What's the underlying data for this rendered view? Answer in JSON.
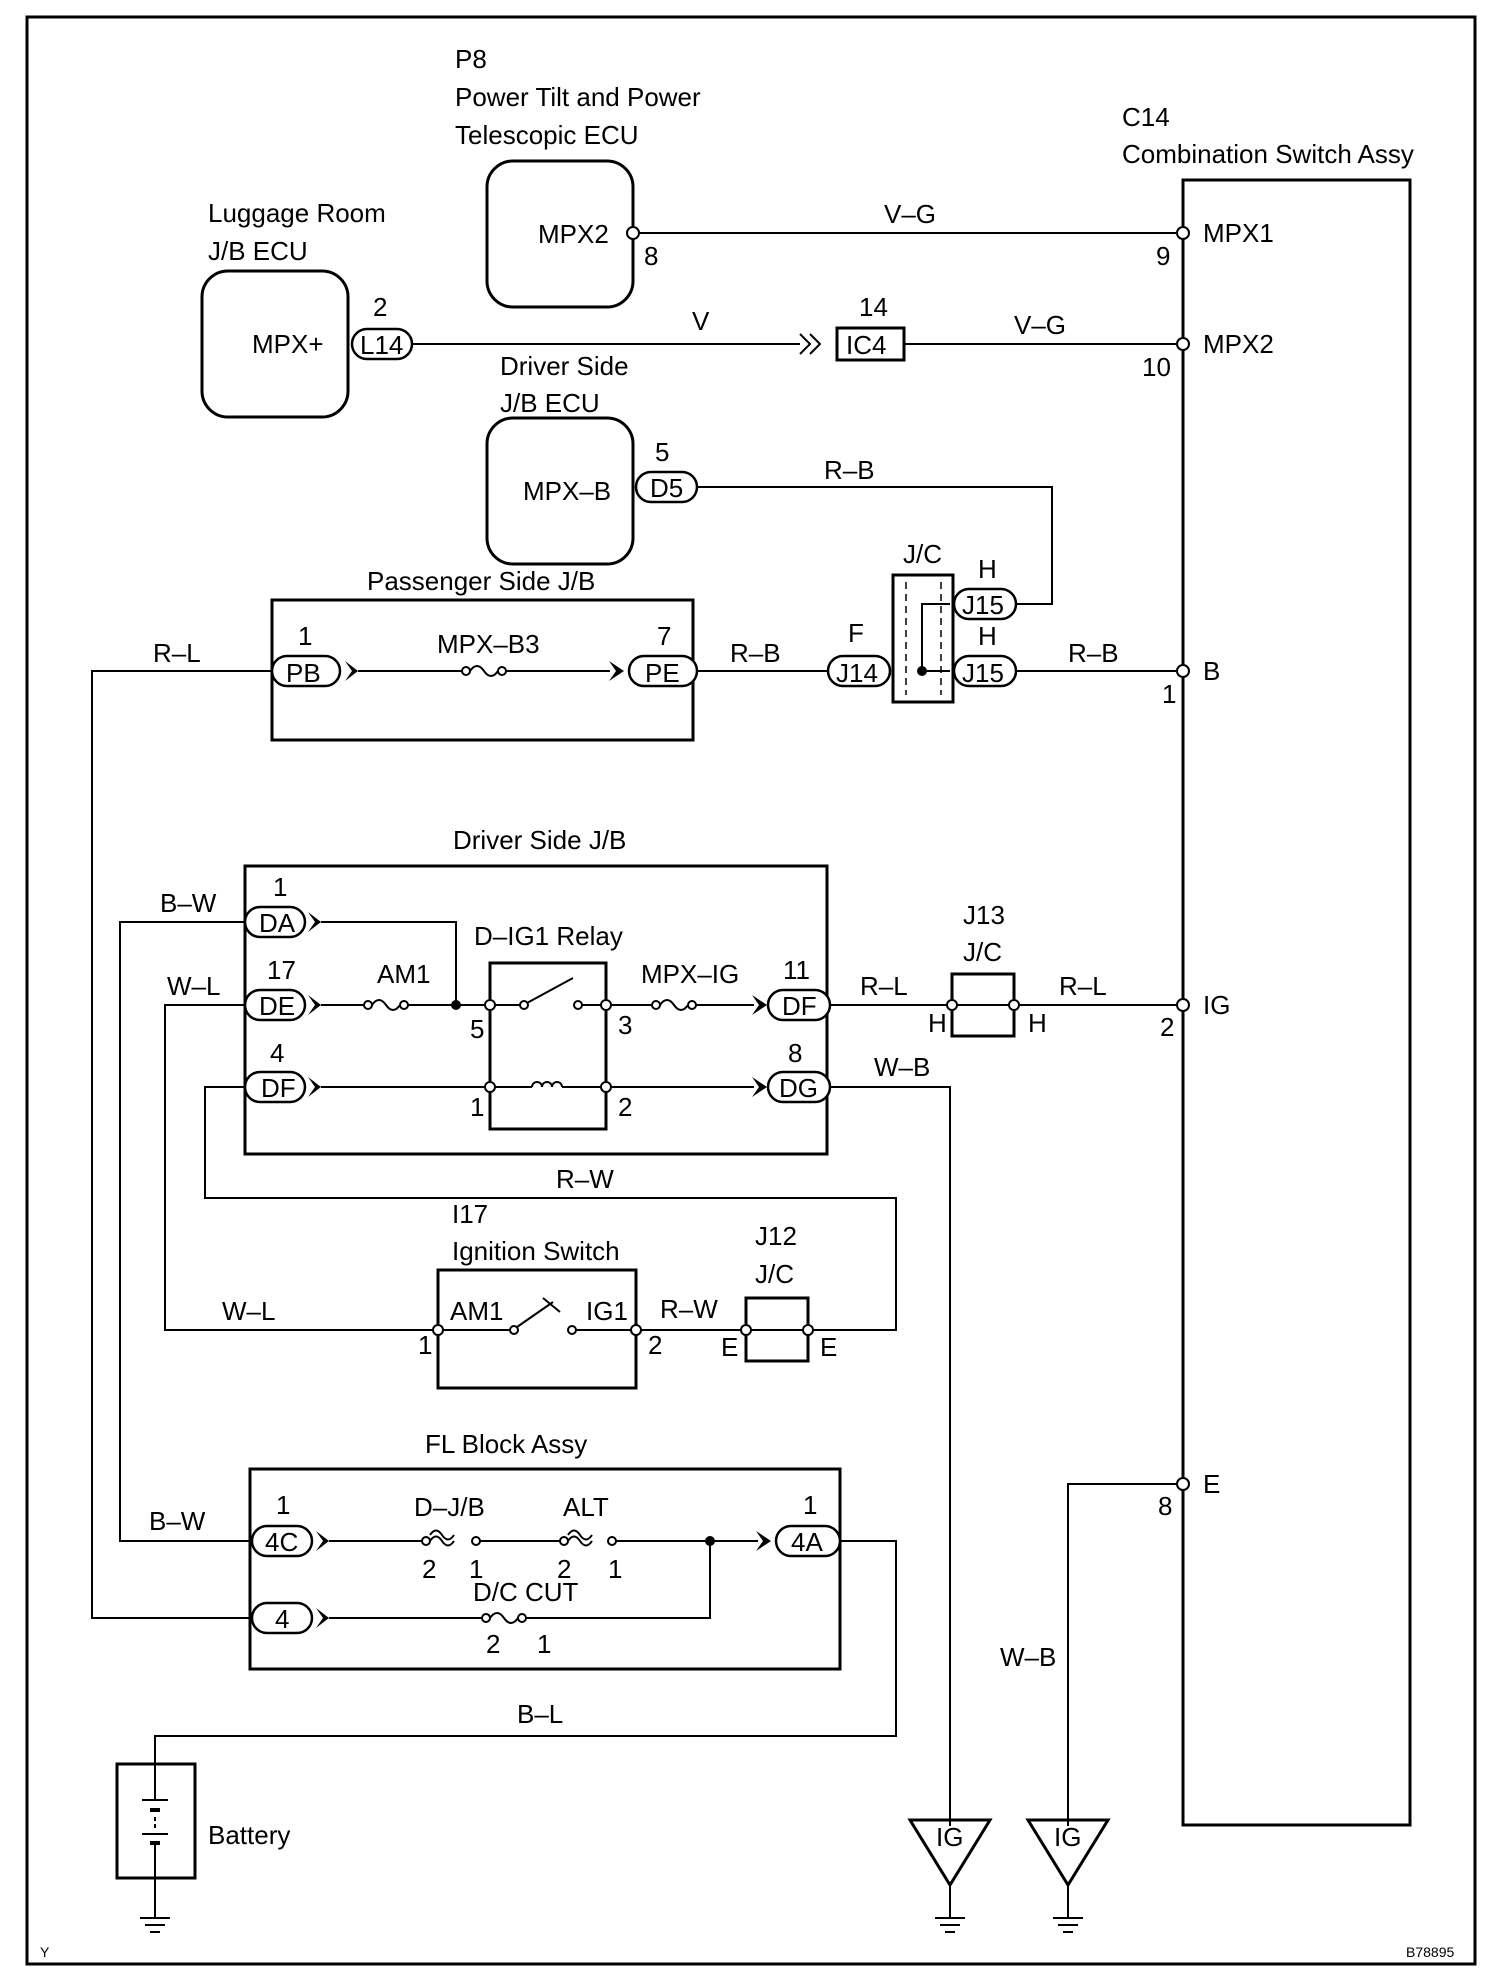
{
  "components": {
    "p8": {
      "code": "P8",
      "line1": "Power Tilt and Power",
      "line2": "Telescopic ECU",
      "terminal": "MPX2",
      "pin": "8"
    },
    "c14": {
      "code": "C14",
      "name": "Combination Switch Assy",
      "terminals": [
        {
          "label": "MPX1",
          "pin": "9"
        },
        {
          "label": "MPX2",
          "pin": "10"
        },
        {
          "label": "B",
          "pin": "1"
        },
        {
          "label": "IG",
          "pin": "2"
        },
        {
          "label": "E",
          "pin": "8"
        }
      ]
    },
    "luggage": {
      "line1": "Luggage Room",
      "line2": "J/B ECU",
      "terminal": "MPX+",
      "connector": "L14",
      "pin": "2"
    },
    "driver_ecu": {
      "line1": "Driver Side",
      "line2": "J/B ECU",
      "terminal": "MPX–B",
      "connector": "D5",
      "pin": "5"
    },
    "ic4": {
      "connector": "IC4",
      "pin": "14"
    },
    "passenger_jb": {
      "name": "Passenger Side J/B",
      "fuse": "MPX–B3",
      "left": {
        "connector": "PB",
        "pin": "1"
      },
      "right": {
        "connector": "PE",
        "pin": "7"
      }
    },
    "jc_top": {
      "name": "J/C",
      "j15a": "J15",
      "j15b": "J15",
      "j14": "J14",
      "h1": "H",
      "h2": "H",
      "f": "F"
    },
    "driver_jb": {
      "name": "Driver Side J/B",
      "relay": "D–IG1 Relay",
      "am1": "AM1",
      "mpxig": "MPX–IG",
      "da": {
        "connector": "DA",
        "pin": "1"
      },
      "de": {
        "connector": "DE",
        "pin": "17"
      },
      "df_left": {
        "connector": "DF",
        "pin": "4"
      },
      "df_right": {
        "connector": "DF",
        "pin": "11"
      },
      "dg": {
        "connector": "DG",
        "pin": "8"
      },
      "relay_pins": {
        "p5": "5",
        "p3": "3",
        "p1": "1",
        "p2": "2"
      }
    },
    "j13": {
      "code": "J13",
      "name": "J/C",
      "h1": "H",
      "h2": "H"
    },
    "ignition": {
      "code": "I17",
      "name": "Ignition Switch",
      "am1": "AM1",
      "ig1": "IG1",
      "pin1": "1",
      "pin2": "2"
    },
    "j12": {
      "code": "J12",
      "name": "J/C",
      "e1": "E",
      "e2": "E"
    },
    "fl_block": {
      "name": "FL Block Assy",
      "djb": "D–J/B",
      "alt": "ALT",
      "dccut": "D/C CUT",
      "c4c": {
        "connector": "4C",
        "pin": "1"
      },
      "c4": {
        "connector": "4"
      },
      "c4a": {
        "connector": "4A",
        "pin": "1"
      },
      "djb_pins": {
        "a": "2",
        "b": "1"
      },
      "alt_pins": {
        "a": "2",
        "b": "1"
      },
      "dc_pins": {
        "a": "2",
        "b": "1"
      }
    },
    "battery": {
      "name": "Battery"
    },
    "ground1": {
      "label": "IG"
    },
    "ground2": {
      "label": "IG"
    }
  },
  "wires": {
    "vg_top": "V–G",
    "v": "V",
    "vg_mid": "V–G",
    "rb_d5": "R–B",
    "rb_pe": "R–B",
    "rb_b": "R–B",
    "rl_pb": "R–L",
    "bw_da": "B–W",
    "wl_de": "W–L",
    "rl_df": "R–L",
    "rl_ig": "R–L",
    "wb_dg": "W–B",
    "rw_top": "R–W",
    "wl_ign": "W–L",
    "rw_ign": "R–W",
    "bw_4c": "B–W",
    "bl": "B–L",
    "wb_e": "W–B"
  },
  "corner": {
    "left": "Y",
    "right": "B78895"
  }
}
